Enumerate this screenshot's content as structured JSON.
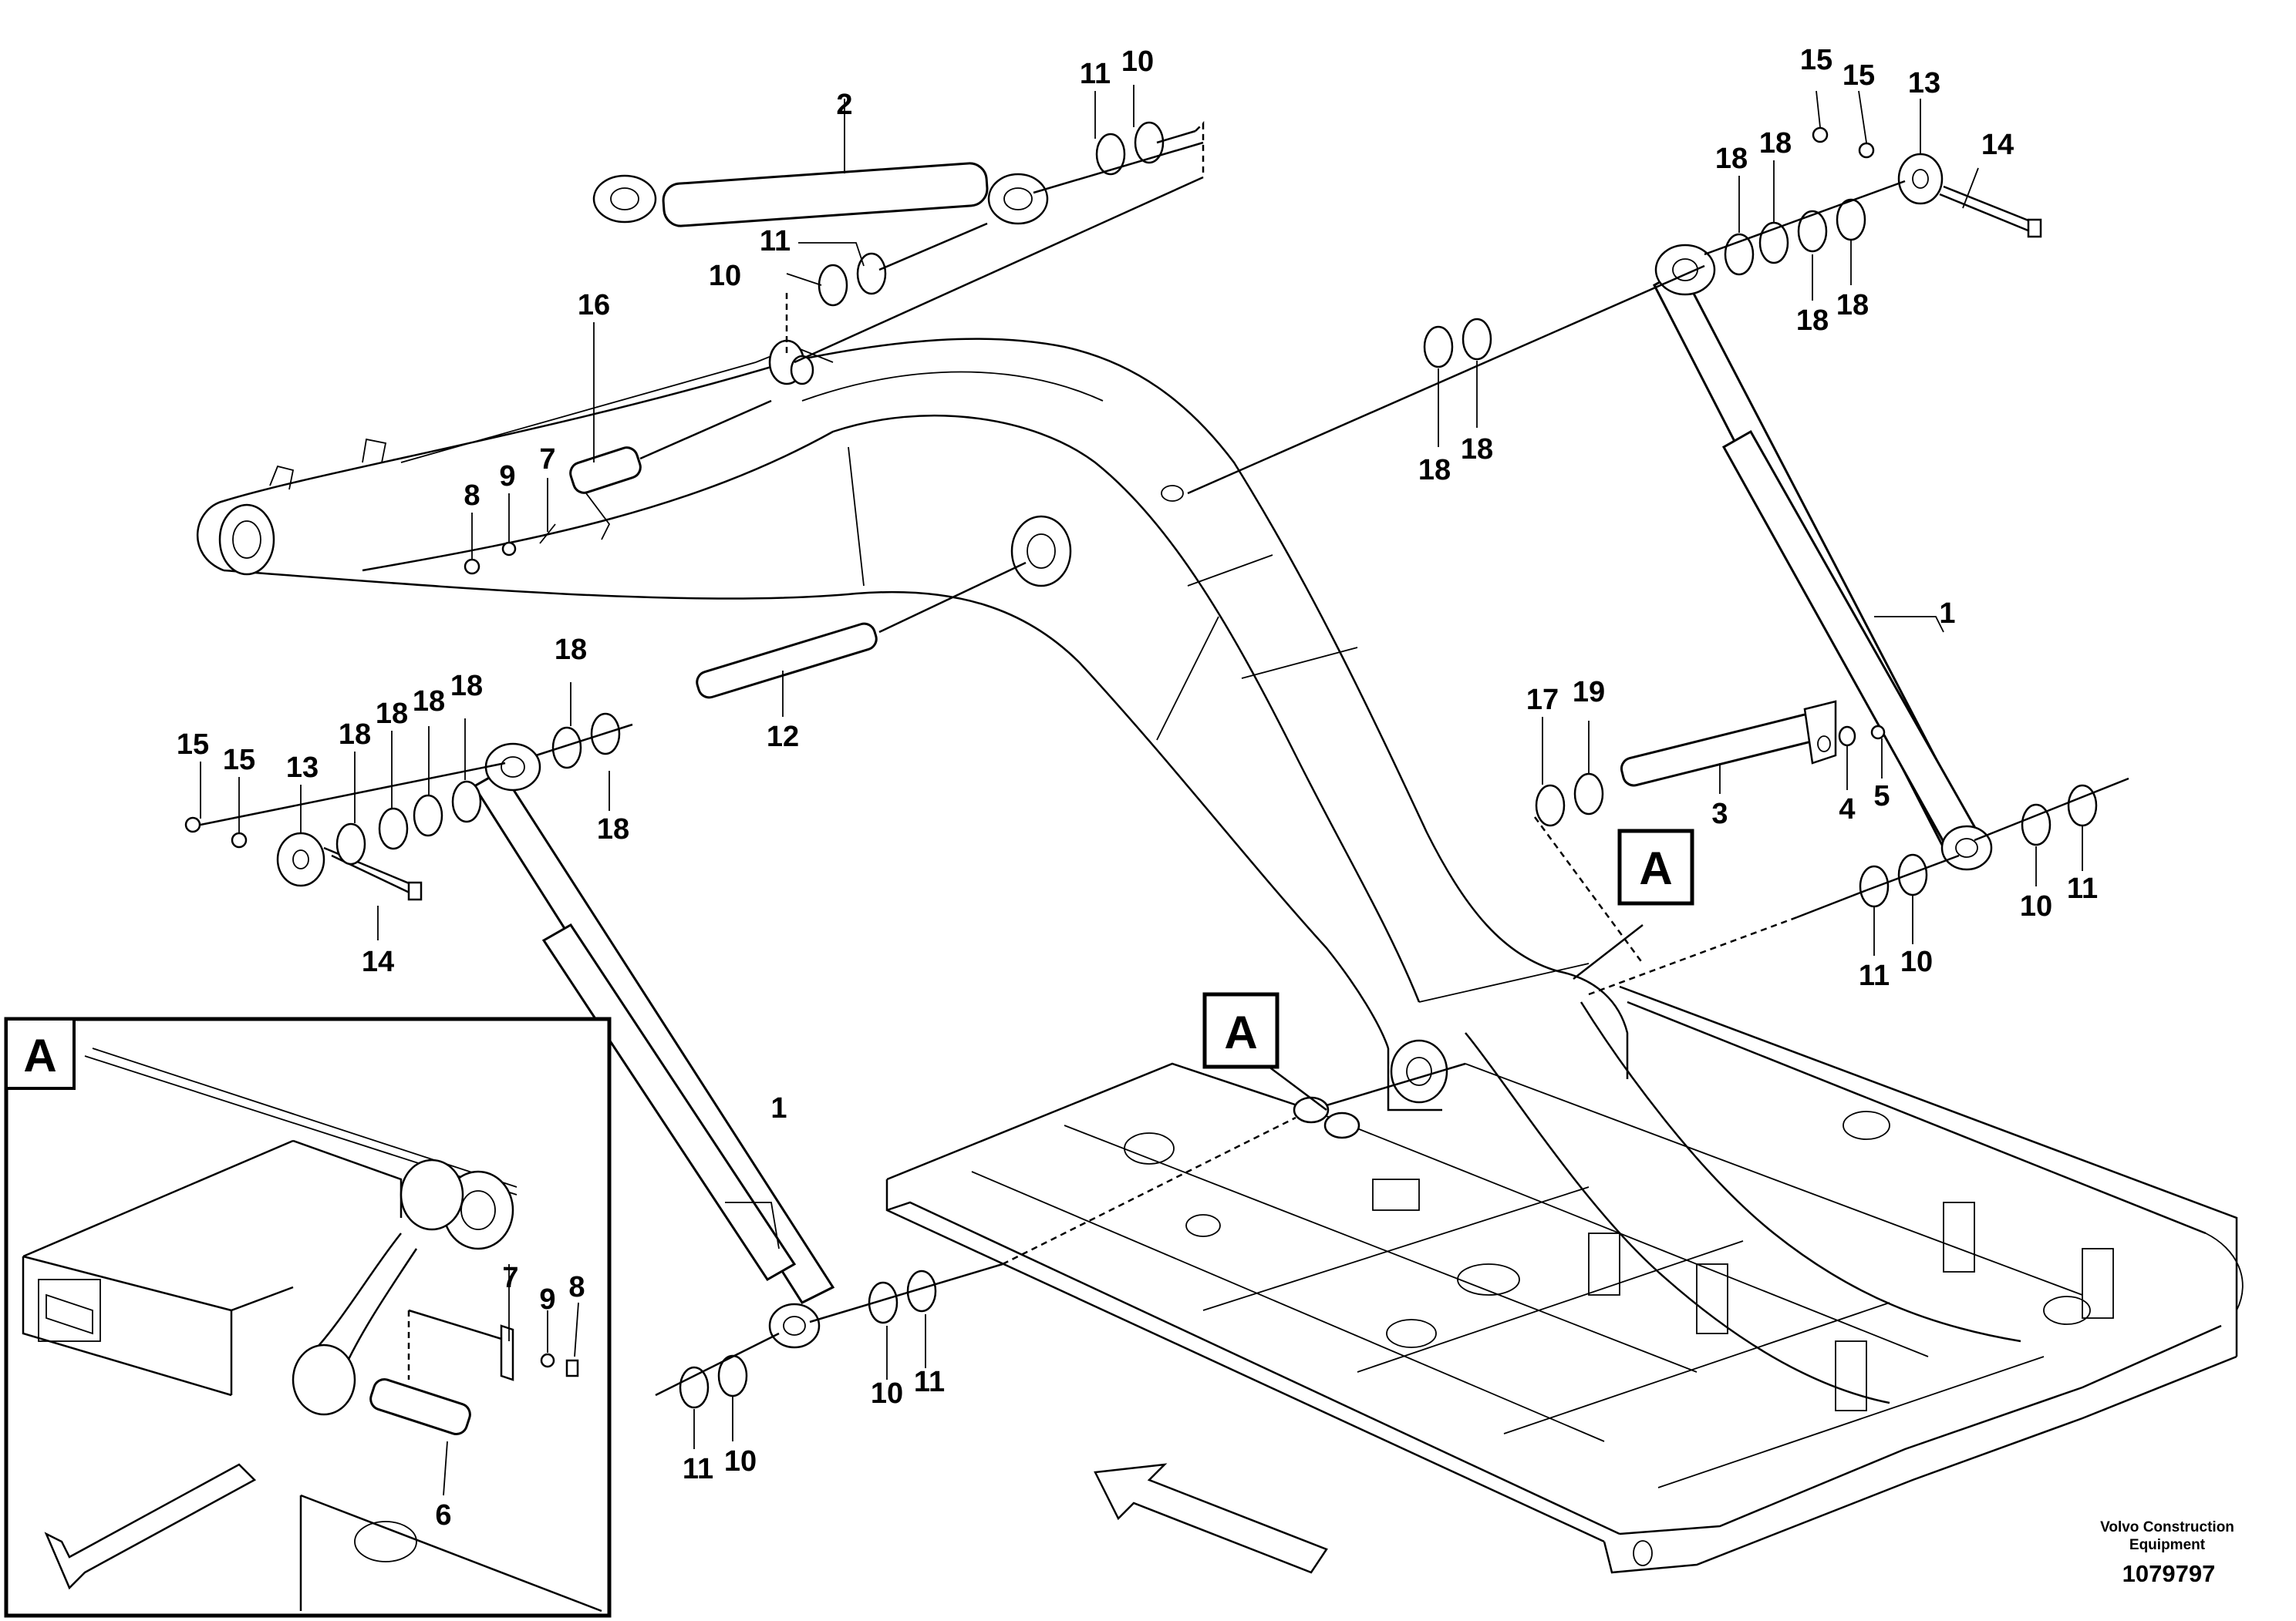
{
  "diagram": {
    "callouts": {
      "c1a": "1",
      "c1b": "1",
      "c2": "2",
      "c3": "3",
      "c4": "4",
      "c5": "5",
      "c6": "6",
      "c7a": "7",
      "c7b": "7",
      "c8a": "8",
      "c8b": "8",
      "c9a": "9",
      "c9b": "9",
      "c10a": "10",
      "c10b": "10",
      "c10c": "10",
      "c10d": "10",
      "c10e": "10",
      "c10f": "10",
      "c11a": "11",
      "c11b": "11",
      "c11c": "11",
      "c11d": "11",
      "c11e": "11",
      "c11f": "11",
      "c12": "12",
      "c13a": "13",
      "c13b": "13",
      "c14a": "14",
      "c14b": "14",
      "c15a": "15",
      "c15b": "15",
      "c15c": "15",
      "c15d": "15",
      "c16": "16",
      "c17": "17",
      "c18a": "18",
      "c18b": "18",
      "c18c": "18",
      "c18d": "18",
      "c18e": "18",
      "c18f": "18",
      "c18g": "18",
      "c18h": "18",
      "c18i": "18",
      "c18j": "18",
      "c18k": "18",
      "c18l": "18",
      "c19": "19"
    },
    "detail_markers": {
      "inset": "A",
      "ref_right": "A",
      "ref_center": "A"
    },
    "footer": {
      "brand_line1": "Volvo Construction",
      "brand_line2": "Equipment",
      "doc_number": "1079797"
    }
  }
}
